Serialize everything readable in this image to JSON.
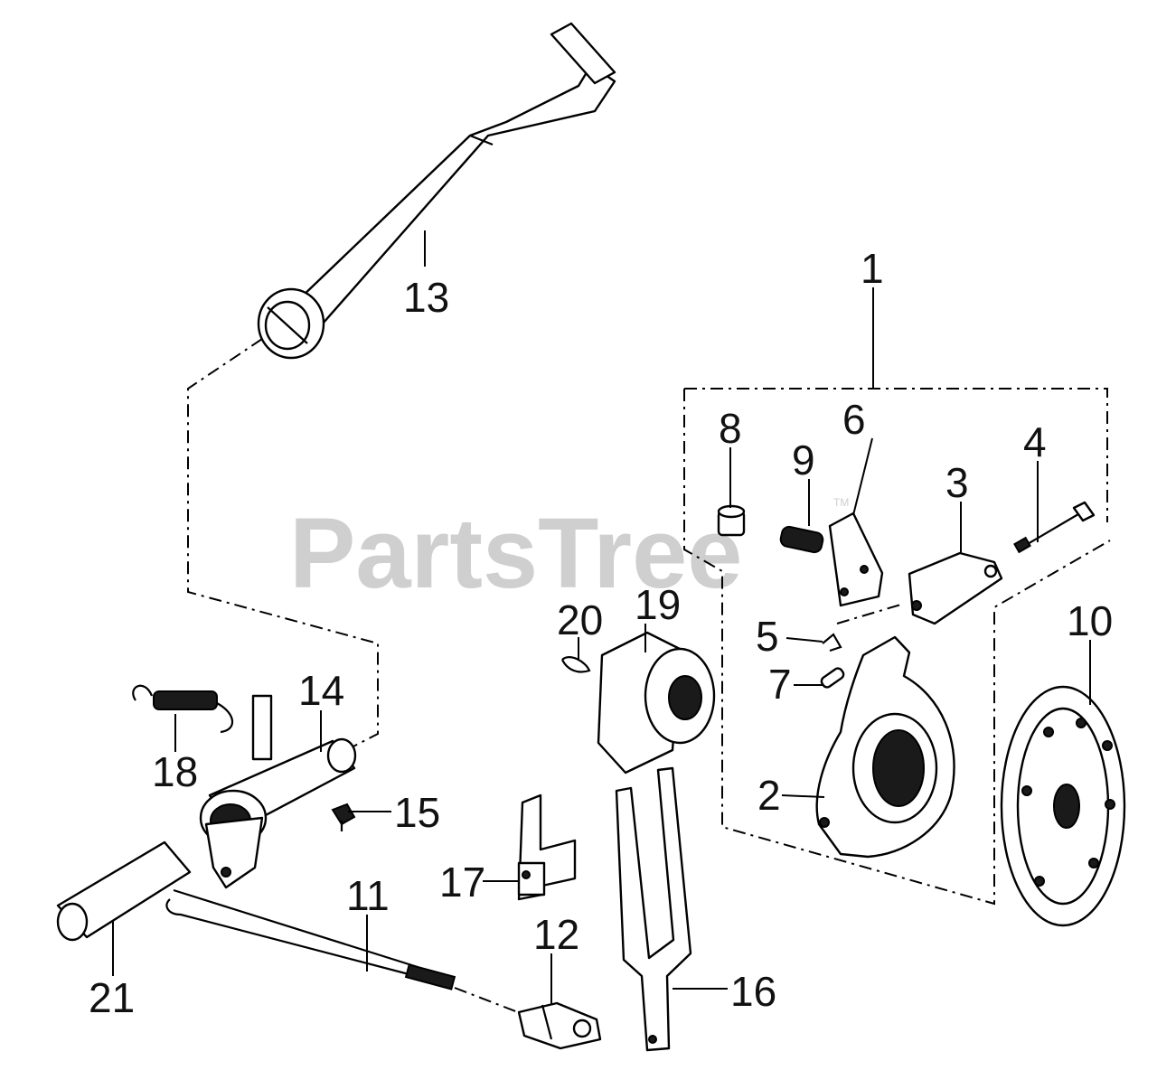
{
  "watermark": {
    "text": "PartsTree",
    "tm": "TM"
  },
  "callouts": {
    "c1": "1",
    "c2": "2",
    "c3": "3",
    "c4": "4",
    "c5": "5",
    "c6": "6",
    "c7": "7",
    "c8": "8",
    "c9": "9",
    "c10": "10",
    "c11": "11",
    "c12": "12",
    "c13": "13",
    "c14": "14",
    "c15": "15",
    "c16": "16",
    "c17": "17",
    "c18": "18",
    "c19": "19",
    "c20": "20",
    "c21": "21"
  }
}
